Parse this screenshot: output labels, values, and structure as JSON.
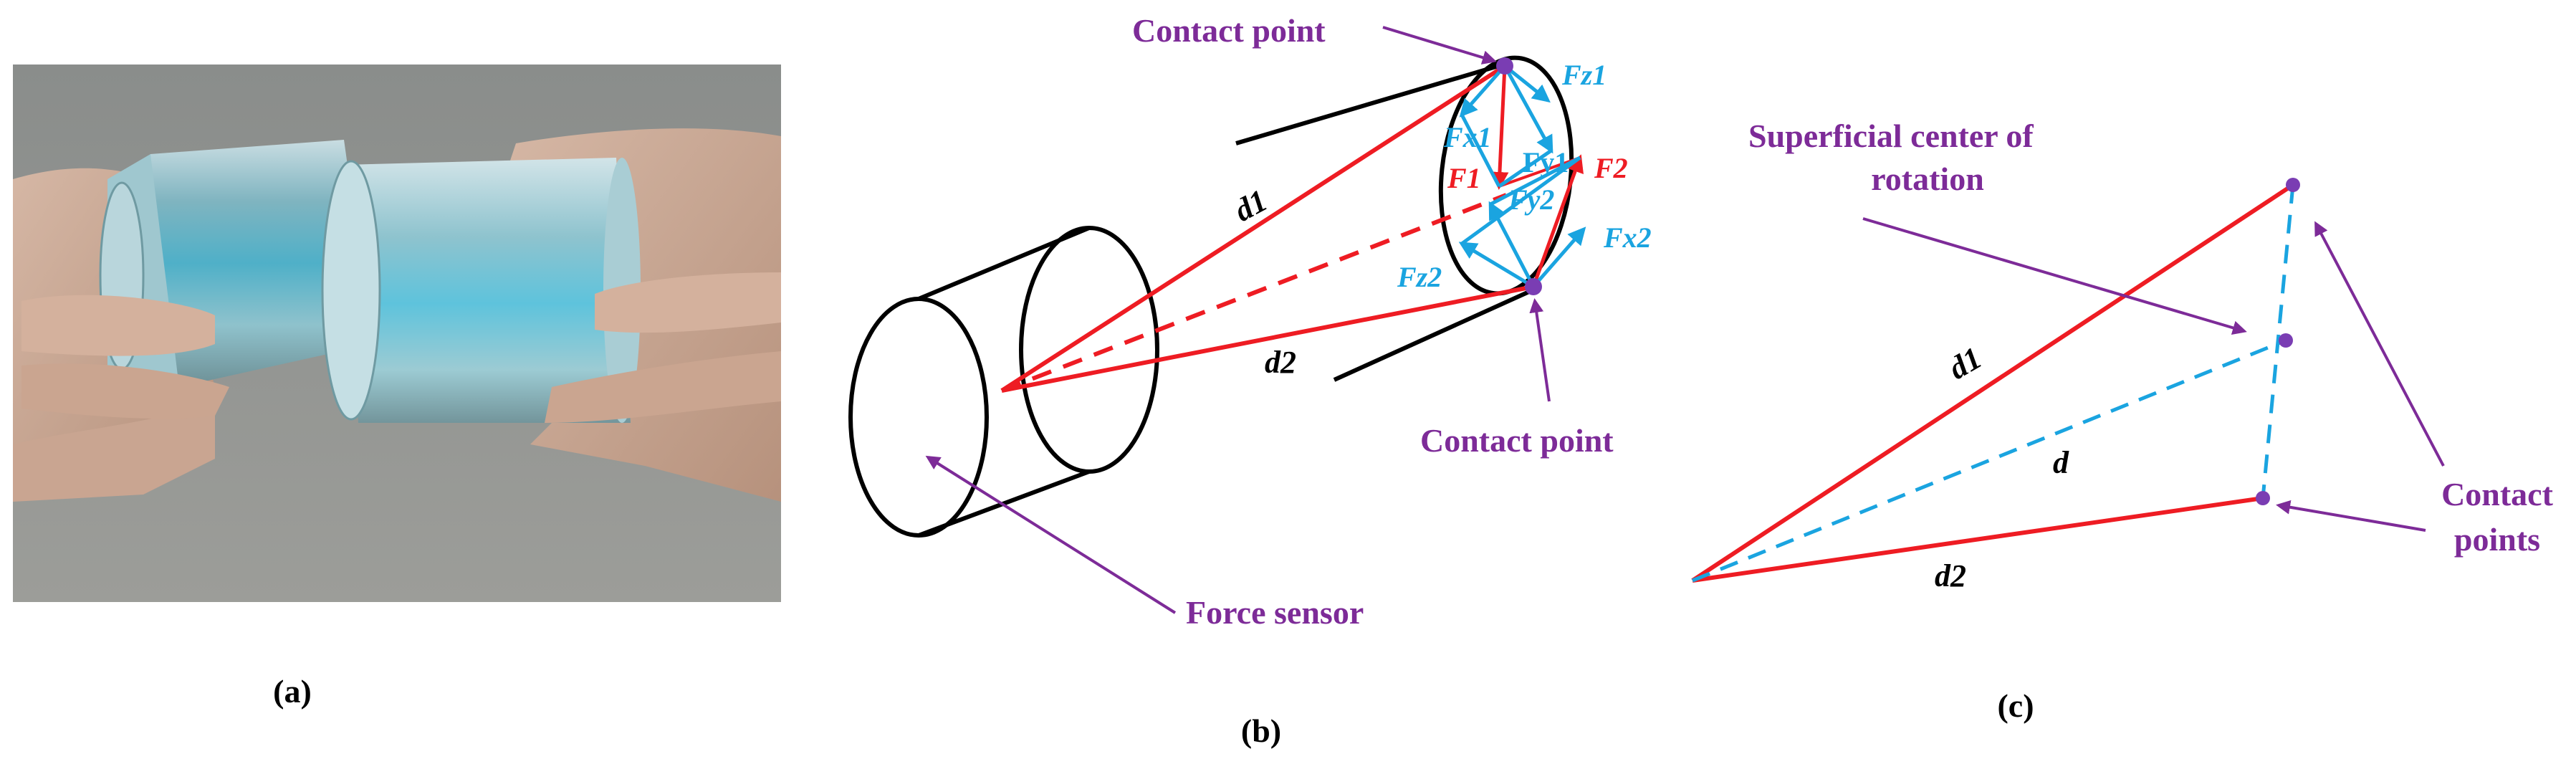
{
  "colors": {
    "purple": "#7d2b98",
    "blue": "#1aa4e0",
    "red": "#ee1c23",
    "black": "#000000",
    "point": "#7a3db3"
  },
  "panel_a": {
    "caption": "(a)"
  },
  "panel_b": {
    "caption": "(b)",
    "contact_point_top": "Contact point",
    "contact_point_bottom": "Contact point",
    "force_sensor": "Force sensor",
    "d1": "d1",
    "d2": "d2",
    "F1": "F1",
    "F2": "F2",
    "Fx1": "Fx1",
    "Fy1": "Fy1",
    "Fz1": "Fz1",
    "Fx2": "Fx2",
    "Fy2": "Fy2",
    "Fz2": "Fz2"
  },
  "panel_c": {
    "caption": "(c)",
    "center_label_line1": "Superficial center of",
    "center_label_line2": "rotation",
    "contact_label_line1": "Contact",
    "contact_label_line2": "points",
    "d": "d",
    "d1": "d1",
    "d2": "d2"
  }
}
